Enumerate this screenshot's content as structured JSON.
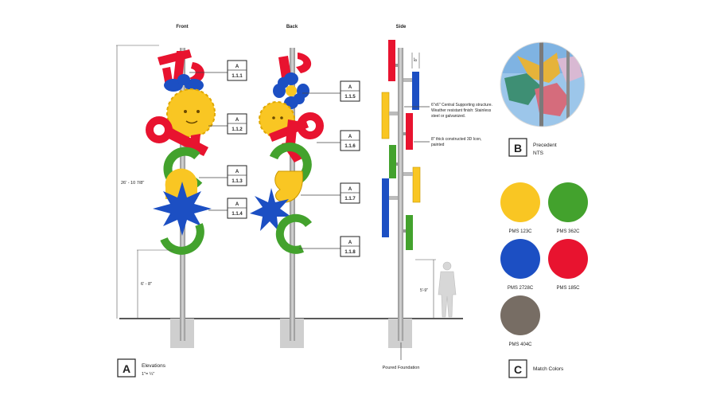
{
  "elevations": {
    "front": {
      "label": "Front",
      "tags": [
        {
          "letter": "A",
          "code": "1.1.1"
        },
        {
          "letter": "A",
          "code": "1.1.2"
        },
        {
          "letter": "A",
          "code": "1.1.3"
        },
        {
          "letter": "A",
          "code": "1.1.4"
        }
      ]
    },
    "back": {
      "label": "Back",
      "tags": [
        {
          "letter": "A",
          "code": "1.1.5"
        },
        {
          "letter": "A",
          "code": "1.1.6"
        },
        {
          "letter": "A",
          "code": "1.1.7"
        },
        {
          "letter": "A",
          "code": "1.1.8"
        }
      ]
    },
    "side": {
      "label": "Side",
      "note_structure": [
        "6\"x6\" Central Supporting structure.",
        "Weather resistant finish: Stainless",
        "steel or galvanized."
      ],
      "note_icon": [
        "8\" thick constructed 3D Icon,",
        "painted"
      ],
      "thickness_dim": "8\"",
      "foundation_label": "Poured Foundation",
      "person_height": "5'-9\""
    }
  },
  "dimensions": {
    "overall_height": "26' - 10  7/8\"",
    "base_height": "6' - 8\""
  },
  "legend_a": {
    "letter": "A",
    "title": "Elevations",
    "scale": "1\"= ¼\""
  },
  "legend_b": {
    "letter": "B",
    "title": "Precedent",
    "subtitle": "NTS"
  },
  "legend_c": {
    "letter": "C",
    "title": "Match Colors"
  },
  "swatches": [
    {
      "name": "PMS 123C",
      "color": "#f9c623"
    },
    {
      "name": "PMS 362C",
      "color": "#43a22d"
    },
    {
      "name": "PMS 2728C",
      "color": "#1c4fc3"
    },
    {
      "name": "PMS 185C",
      "color": "#e8132f"
    },
    {
      "name": "PMS 404C",
      "color": "#776d64"
    }
  ]
}
